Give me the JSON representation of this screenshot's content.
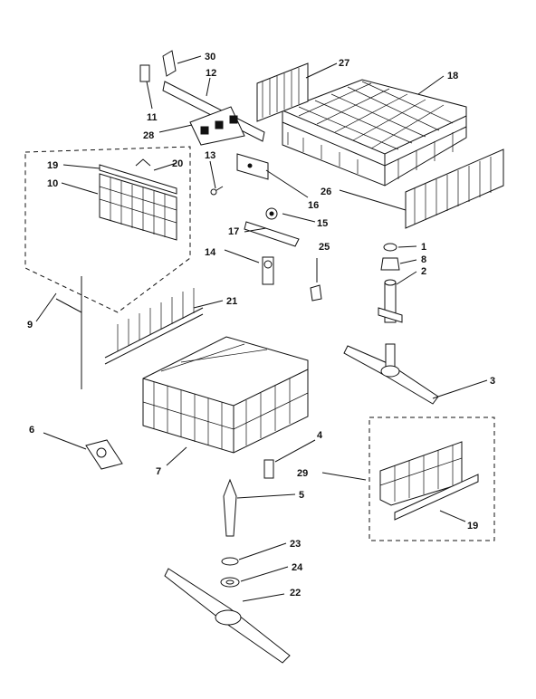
{
  "callouts": [
    {
      "id": "30",
      "text": "30"
    },
    {
      "id": "12",
      "text": "12"
    },
    {
      "id": "11",
      "text": "11"
    },
    {
      "id": "28",
      "text": "28"
    },
    {
      "id": "27",
      "text": "27"
    },
    {
      "id": "18",
      "text": "18"
    },
    {
      "id": "13",
      "text": "13"
    },
    {
      "id": "16",
      "text": "16"
    },
    {
      "id": "26",
      "text": "26"
    },
    {
      "id": "19a",
      "text": "19"
    },
    {
      "id": "20",
      "text": "20"
    },
    {
      "id": "10",
      "text": "10"
    },
    {
      "id": "17",
      "text": "17"
    },
    {
      "id": "15",
      "text": "15"
    },
    {
      "id": "25",
      "text": "25"
    },
    {
      "id": "14",
      "text": "14"
    },
    {
      "id": "1",
      "text": "1"
    },
    {
      "id": "8",
      "text": "8"
    },
    {
      "id": "2",
      "text": "2"
    },
    {
      "id": "9",
      "text": "9"
    },
    {
      "id": "21",
      "text": "21"
    },
    {
      "id": "3",
      "text": "3"
    },
    {
      "id": "6",
      "text": "6"
    },
    {
      "id": "4",
      "text": "4"
    },
    {
      "id": "7",
      "text": "7"
    },
    {
      "id": "29",
      "text": "29"
    },
    {
      "id": "5",
      "text": "5"
    },
    {
      "id": "19b",
      "text": "19"
    },
    {
      "id": "23",
      "text": "23"
    },
    {
      "id": "24",
      "text": "24"
    },
    {
      "id": "22",
      "text": "22"
    }
  ]
}
